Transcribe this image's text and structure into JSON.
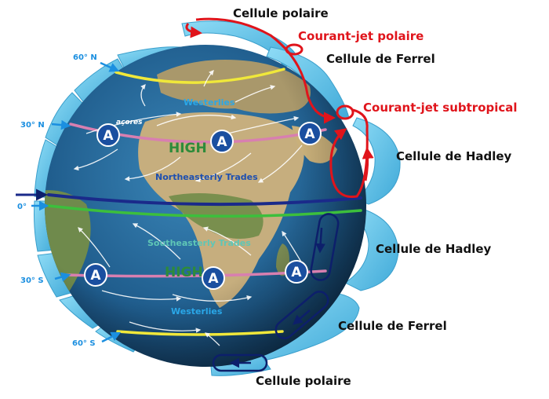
{
  "labels": {
    "polar_cell_top": "Cellule polaire",
    "polar_jet": "Courant-jet polaire",
    "ferrel_cell_top": "Cellule de Ferrel",
    "subtropical_jet": "Courant-jet subtropical",
    "hadley_cell_north": "Cellule de Hadley",
    "hadley_cell_south": "Cellule de Hadley",
    "ferrel_cell_bottom": "Cellule de Ferrel",
    "polar_cell_bottom": "Cellule polaire"
  },
  "latitudes": {
    "lat_60n": "60° N",
    "lat_30n": "30° N",
    "lat_0": "0°",
    "lat_30s": "30° S",
    "lat_60s": "60° S"
  },
  "winds": {
    "westerlies_north": "Westerlies",
    "northeasterly_trades": "Northeasterly Trades",
    "southeasterly_trades": "Southeasterly Trades",
    "westerlies_south": "Westerlies"
  },
  "pressure": {
    "high_north": "HIGH",
    "high_south": "HIGH",
    "anticyclone_symbol": "A",
    "acores": "açores"
  },
  "colors": {
    "jet_red": "#e0141b",
    "cell_blue": "#5ec3ea",
    "ocean": "#1f5c8c",
    "land": "#b9a27a",
    "polar_line": "#f0e83a",
    "high_line": "#d87fb0",
    "equator_green": "#3cbf3c",
    "itcz_navy": "#1a2a8a",
    "latitude_label": "#1b8fe0",
    "badge": "#1a4fa0"
  }
}
